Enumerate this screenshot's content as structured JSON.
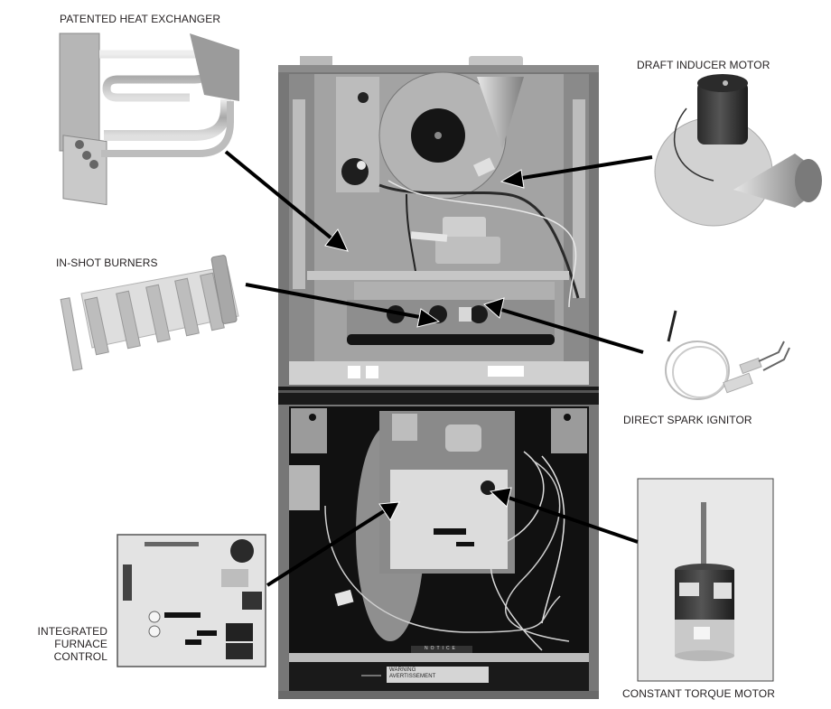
{
  "title": "Furnace component diagram",
  "labels": {
    "heat_exchanger": "PATENTED HEAT EXCHANGER",
    "draft_inducer": "DRAFT INDUCER MOTOR",
    "burners": "IN-SHOT BURNERS",
    "spark_ignitor": "DIRECT SPARK IGNITOR",
    "furnace_control_line1": "INTEGRATED",
    "furnace_control_line2": "FURNACE",
    "furnace_control_line3": "CONTROL",
    "torque_motor": "CONSTANT TORQUE MOTOR"
  },
  "furnace_stickers": {
    "warning": "WARNING",
    "avertissement": "AVERTISSEMENT",
    "notice": "NOTICE"
  },
  "colors": {
    "cabinet": "#6e6e6e",
    "interior": "#9a9a9a",
    "dark": "#1a1a1a",
    "metal_light": "#d4d4d4",
    "arrow": "#000000",
    "text": "#231f20"
  }
}
